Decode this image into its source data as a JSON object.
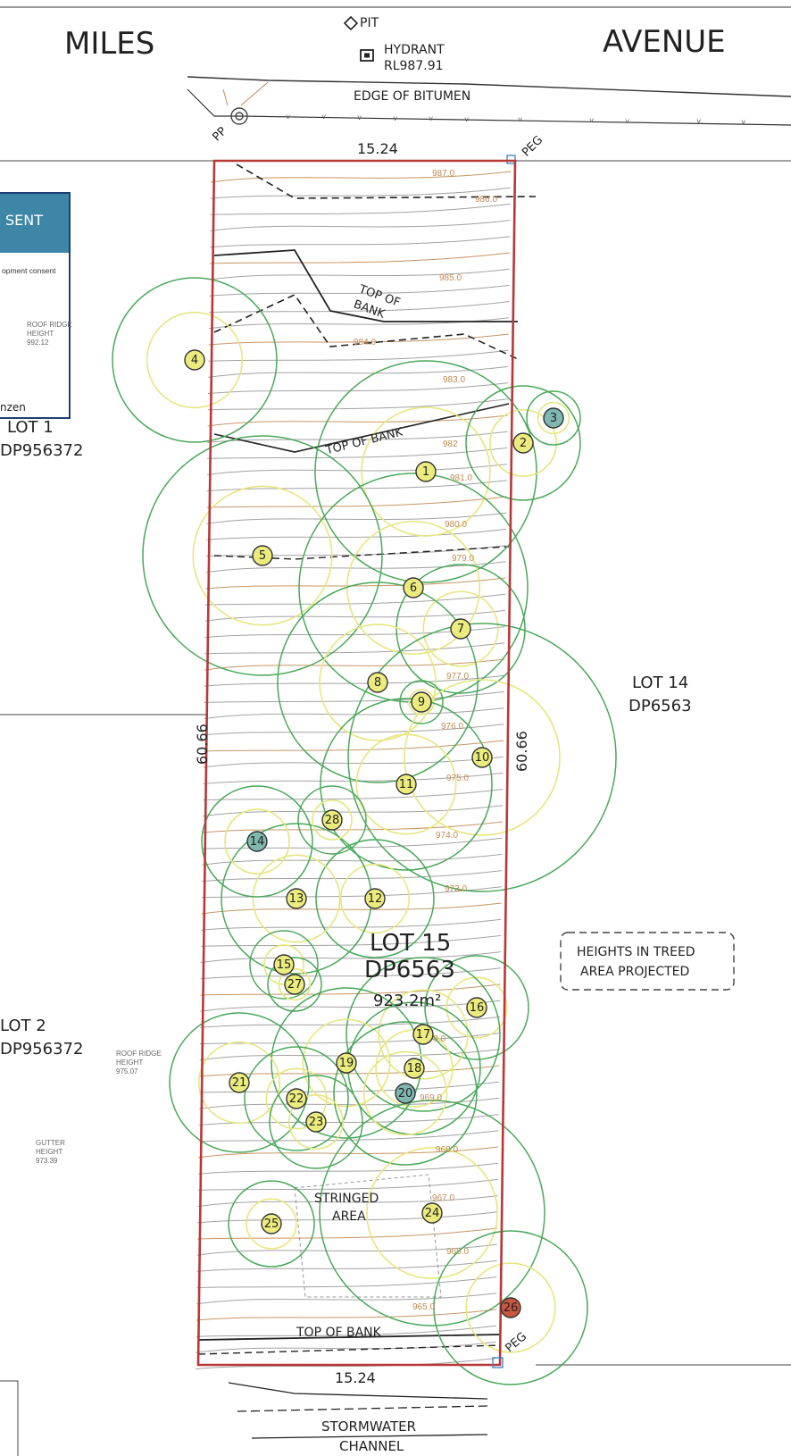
{
  "street": {
    "left": "MILES",
    "right": "AVENUE"
  },
  "top_labels": {
    "pit": "PIT",
    "hydrant": "HYDRANT",
    "hydrant_rl": "RL987.91",
    "edge": "EDGE  OF  BITUMEN",
    "pp": "PP",
    "peg": "PEG"
  },
  "dims": {
    "top": "15.24",
    "bottom": "15.24",
    "left": "60.66",
    "right": "60.66"
  },
  "lots": {
    "lot1_a": "LOT 1",
    "lot1_b": "DP956372",
    "lot2_a": "LOT 2",
    "lot2_b": "DP956372",
    "lot14_a": "LOT 14",
    "lot14_b": "DP6563",
    "lot15_a": "LOT 15",
    "lot15_b": "DP6563",
    "lot15_area": "923.2m²"
  },
  "panel": {
    "title": "SENT",
    "line": "opment consent",
    "foot": "nzen"
  },
  "notes": {
    "top_bank": "TOP OF BANK",
    "top_of": "TOP OF",
    "bank": "BANK",
    "stringed_1": "STRINGED",
    "stringed_2": "AREA",
    "heights_1": "HEIGHTS IN TREED",
    "heights_2": "AREA PROJECTED",
    "storm_1": "STORMWATER",
    "storm_2": "CHANNEL",
    "roof1_a": "ROOF RIDGE",
    "roof1_b": "HEIGHT",
    "roof1_c": "992.12",
    "roof2_a": "ROOF RIDGE",
    "roof2_b": "HEIGHT",
    "roof2_c": "975.07",
    "gutter_a": "GUTTER",
    "gutter_b": "HEIGHT",
    "gutter_c": "973.39"
  },
  "contour_labels": [
    "987.0",
    "986.0",
    "985.0",
    "984.0",
    "983.0",
    "982",
    "981.0",
    "980.0",
    "979.0",
    "977.0",
    "976.0",
    "975.0",
    "974.0",
    "973.0",
    "970.0",
    "969.0",
    "968.0",
    "967.0",
    "966.0",
    "965.0"
  ],
  "trees": [
    {
      "id": "1",
      "color": "yellow"
    },
    {
      "id": "2",
      "color": "yellow"
    },
    {
      "id": "3",
      "color": "teal"
    },
    {
      "id": "4",
      "color": "yellow"
    },
    {
      "id": "5",
      "color": "yellow"
    },
    {
      "id": "6",
      "color": "yellow"
    },
    {
      "id": "7",
      "color": "yellow"
    },
    {
      "id": "8",
      "color": "yellow"
    },
    {
      "id": "9",
      "color": "yellow"
    },
    {
      "id": "10",
      "color": "yellow"
    },
    {
      "id": "11",
      "color": "yellow"
    },
    {
      "id": "12",
      "color": "yellow"
    },
    {
      "id": "13",
      "color": "yellow"
    },
    {
      "id": "14",
      "color": "teal"
    },
    {
      "id": "15",
      "color": "yellow"
    },
    {
      "id": "16",
      "color": "yellow"
    },
    {
      "id": "17",
      "color": "yellow"
    },
    {
      "id": "18",
      "color": "yellow"
    },
    {
      "id": "19",
      "color": "yellow"
    },
    {
      "id": "20",
      "color": "teal"
    },
    {
      "id": "21",
      "color": "yellow"
    },
    {
      "id": "22",
      "color": "yellow"
    },
    {
      "id": "23",
      "color": "yellow"
    },
    {
      "id": "24",
      "color": "yellow"
    },
    {
      "id": "25",
      "color": "yellow"
    },
    {
      "id": "26",
      "color": "red"
    },
    {
      "id": "27",
      "color": "yellow"
    },
    {
      "id": "28",
      "color": "yellow"
    }
  ],
  "colors": {
    "yellow": "#ecec7e",
    "teal": "#7fb8b0",
    "red": "#c9563f",
    "boundary": "#b83838",
    "canopy": "#4aa85a",
    "canopy_inner": "#e6e680",
    "contour": "#c08a55",
    "panel": "#3e86a8"
  }
}
